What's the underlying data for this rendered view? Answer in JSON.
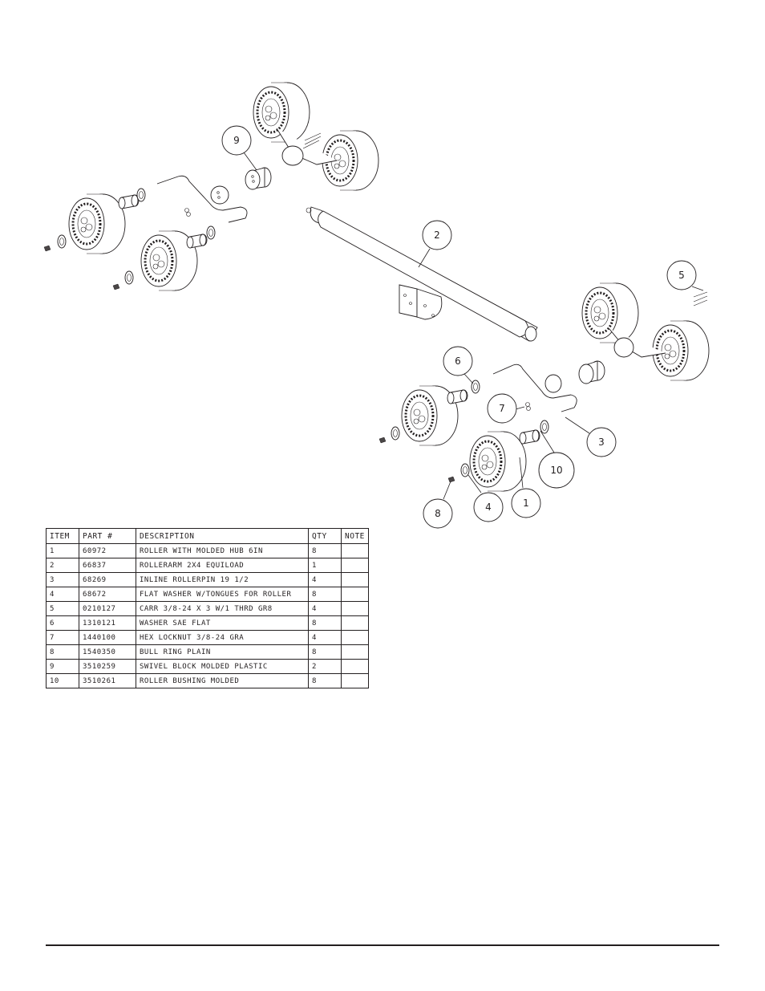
{
  "drawing": {
    "title": "Roller arm assembly exploded view",
    "callouts": [
      {
        "label": "1",
        "item": "1"
      },
      {
        "label": "2",
        "item": "2"
      },
      {
        "label": "3",
        "item": "3"
      },
      {
        "label": "4",
        "item": "4"
      },
      {
        "label": "5",
        "item": "5"
      },
      {
        "label": "6",
        "item": "6"
      },
      {
        "label": "7",
        "item": "7"
      },
      {
        "label": "8",
        "item": "8"
      },
      {
        "label": "9",
        "item": "9"
      },
      {
        "label": "10",
        "item": "10"
      }
    ]
  },
  "parts_table": {
    "headers": {
      "item": "ITEM",
      "part": "PART #",
      "description": "DESCRIPTION",
      "qty": "QTY",
      "note": "NOTE"
    },
    "rows": [
      {
        "item": "1",
        "part": "60972",
        "description": "ROLLER WITH MOLDED HUB  6IN",
        "qty": "8",
        "note": ""
      },
      {
        "item": "2",
        "part": "66837",
        "description": "ROLLERARM  2X4 EQUILOAD",
        "qty": "1",
        "note": ""
      },
      {
        "item": "3",
        "part": "68269",
        "description": "INLINE ROLLERPIN 19 1/2",
        "qty": "4",
        "note": ""
      },
      {
        "item": "4",
        "part": "68672",
        "description": "FLAT WASHER W/TONGUES FOR ROLLER",
        "qty": "8",
        "note": ""
      },
      {
        "item": "5",
        "part": "0210127",
        "description": "CARR 3/8-24 X 3 W/1 THRD GR8",
        "qty": "4",
        "note": ""
      },
      {
        "item": "6",
        "part": "1310121",
        "description": "WASHER SAE FLAT",
        "qty": "8",
        "note": ""
      },
      {
        "item": "7",
        "part": "1440100",
        "description": "HEX LOCKNUT 3/8-24 GRA",
        "qty": "4",
        "note": ""
      },
      {
        "item": "8",
        "part": "1540350",
        "description": "BULL RING PLAIN",
        "qty": "8",
        "note": ""
      },
      {
        "item": "9",
        "part": "3510259",
        "description": "SWIVEL BLOCK MOLDED PLASTIC",
        "qty": "2",
        "note": ""
      },
      {
        "item": "10",
        "part": "3510261",
        "description": "ROLLER BUSHING MOLDED",
        "qty": "8",
        "note": ""
      }
    ]
  }
}
